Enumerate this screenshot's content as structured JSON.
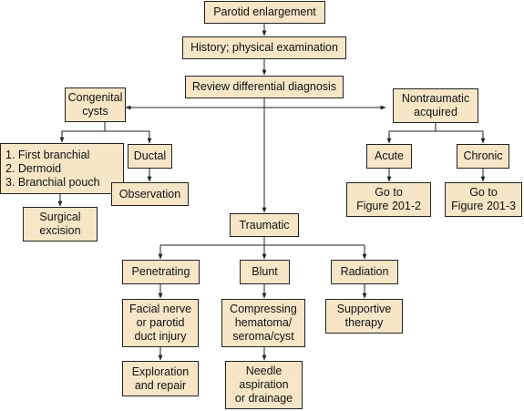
{
  "nodes": {
    "parotid_enlargement": "Parotid enlargement",
    "history_exam": "History; physical examination",
    "review_differential": "Review differential diagnosis",
    "congenital_cysts": "Congenital\ncysts",
    "nontraumatic_acquired": "Nontraumatic\nacquired",
    "congenital_list": "1. First branchial\n2. Dermoid\n3. Branchial pouch",
    "ductal": "Ductal",
    "observation": "Observation",
    "surgical_excision": "Surgical\nexcision",
    "acute": "Acute",
    "chronic": "Chronic",
    "go_to_201_2": "Go to\nFigure 201-2",
    "go_to_201_3": "Go to\nFigure 201-3",
    "traumatic": "Traumatic",
    "penetrating": "Penetrating",
    "blunt": "Blunt",
    "radiation": "Radiation",
    "facial_nerve_injury": "Facial nerve\nor parotid\nduct injury",
    "compressing_hematoma": "Compressing\nhematoma/\nseroma/cyst",
    "supportive_therapy": "Supportive\ntherapy",
    "exploration_repair": "Exploration\nand repair",
    "needle_aspiration": "Needle\naspiration\nor drainage"
  },
  "colors": {
    "box_fill": "#f6e6c6",
    "line": "#222222"
  }
}
